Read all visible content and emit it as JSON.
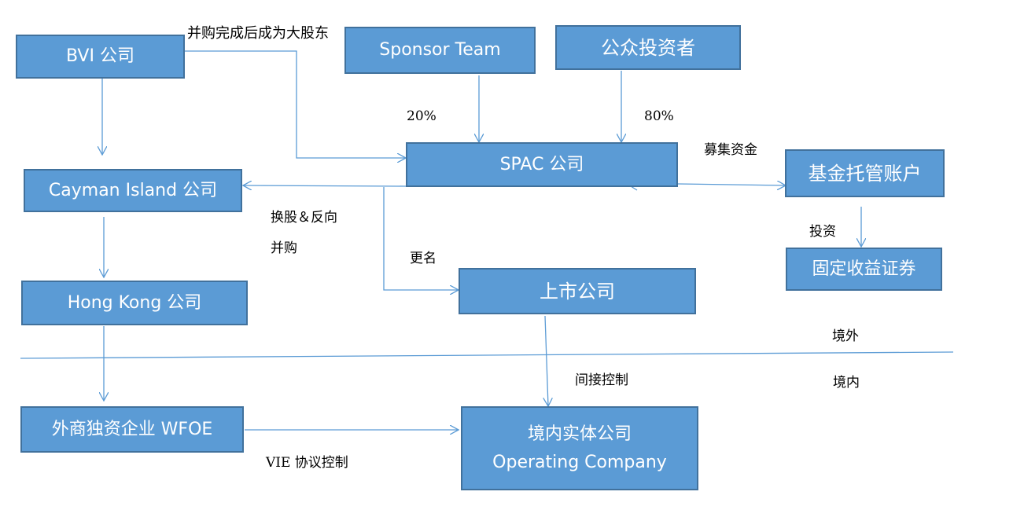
{
  "colors": {
    "node_fill": "#5b9bd5",
    "node_border": "#41719c",
    "edge": "#5b9bd5",
    "divider": "#5b9bd5",
    "text": "#000000"
  },
  "nodes": {
    "bvi": "BVI 公司",
    "sponsor": "Sponsor Team",
    "public": "公众投资者",
    "spac": "SPAC 公司",
    "cayman": "Cayman Island 公司",
    "trust": "基金托管账户",
    "fixed_income": "固定收益证券",
    "hongkong": "Hong Kong 公司",
    "listed": "上市公司",
    "wfoe": "外商独资企业 WFOE",
    "operating_cn": "境内实体公司",
    "operating_en": "Operating Company"
  },
  "labels": {
    "bvi_to_spac": "并购完成后成为大股东",
    "sponsor_share": "20%",
    "public_share": "80%",
    "fundraise": "募集资金",
    "swap_line1": "换股＆反向",
    "swap_line2": "并购",
    "rename": "更名",
    "invest": "投资",
    "offshore": "境外",
    "onshore": "境内",
    "indirect_control": "间接控制",
    "vie_control": "VIE 协议控制"
  }
}
